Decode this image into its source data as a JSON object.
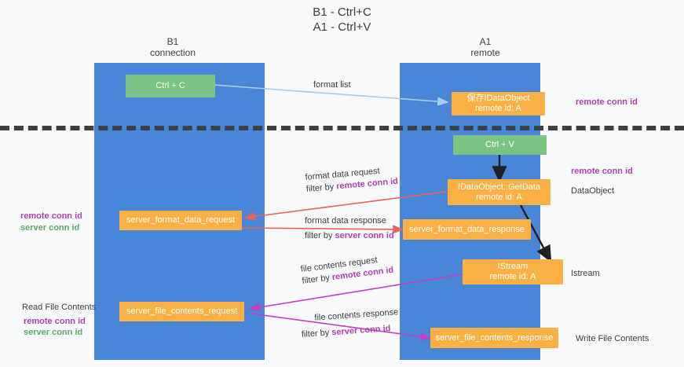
{
  "title": {
    "line1": "B1 - Ctrl+C",
    "line2": "A1 - Ctrl+V"
  },
  "colors": {
    "lane": "#4a86d8",
    "green_box": "#7ac383",
    "orange_box": "#fbb043",
    "purple_text": "#b23fb2",
    "green_text": "#5fa96a",
    "arrow_blue": "#a8cdf0",
    "arrow_red": "#e8645a",
    "arrow_magenta": "#c13fc1",
    "arrow_black": "#202124",
    "background": "#f8f9fa",
    "text": "#3c4043"
  },
  "columns": [
    {
      "name": "B1",
      "sub": "connection"
    },
    {
      "name": "A1",
      "sub": "remote"
    }
  ],
  "nodes": {
    "ctrl_c": {
      "label": "Ctrl + C",
      "sub": ""
    },
    "save_idataobject": {
      "label": "保存IDataObject",
      "sub": "remote id: A"
    },
    "ctrl_v": {
      "label": "Ctrl + V",
      "sub": ""
    },
    "getdata": {
      "label": "IDataObject::GetData",
      "sub": "remote id: A"
    },
    "fmt_req": {
      "label": "server_format_data_request",
      "sub": ""
    },
    "fmt_resp": {
      "label": "server_format_data_response",
      "sub": ""
    },
    "istream": {
      "label": "IStream",
      "sub": "remote id: A"
    },
    "file_req": {
      "label": "server_file_contents_request",
      "sub": ""
    },
    "file_resp": {
      "label": "server_file_contents_response",
      "sub": ""
    }
  },
  "edge_labels": {
    "format_list": "format list",
    "format_data_request": "format data request",
    "format_data_request_filter_pre": "filter by ",
    "format_data_request_filter_key": "remote conn id",
    "format_data_response": "format data response",
    "format_data_response_filter_pre": "filter by ",
    "format_data_response_filter_key": "server conn id",
    "file_contents_request": "file contents request",
    "file_contents_request_filter_pre": "filter by ",
    "file_contents_request_filter_key": "remote conn id",
    "file_contents_response": "file contents response",
    "file_contents_response_filter_pre": "filter by ",
    "file_contents_response_filter_key": "server conn id"
  },
  "annotations": {
    "right_top_remote_conn_id": "remote conn id",
    "right_mid_remote_conn_id": "remote conn id",
    "right_dataobject": "DataObject",
    "right_istream": "Istream",
    "right_write_file_contents": "Write File Contents",
    "left_remote_conn_id_1": "remote conn id",
    "left_server_conn_id_1": "server conn id",
    "left_read_file_contents": "Read File Contents",
    "left_remote_conn_id_2": "remote conn id",
    "left_server_conn_id_2": "server conn id"
  }
}
